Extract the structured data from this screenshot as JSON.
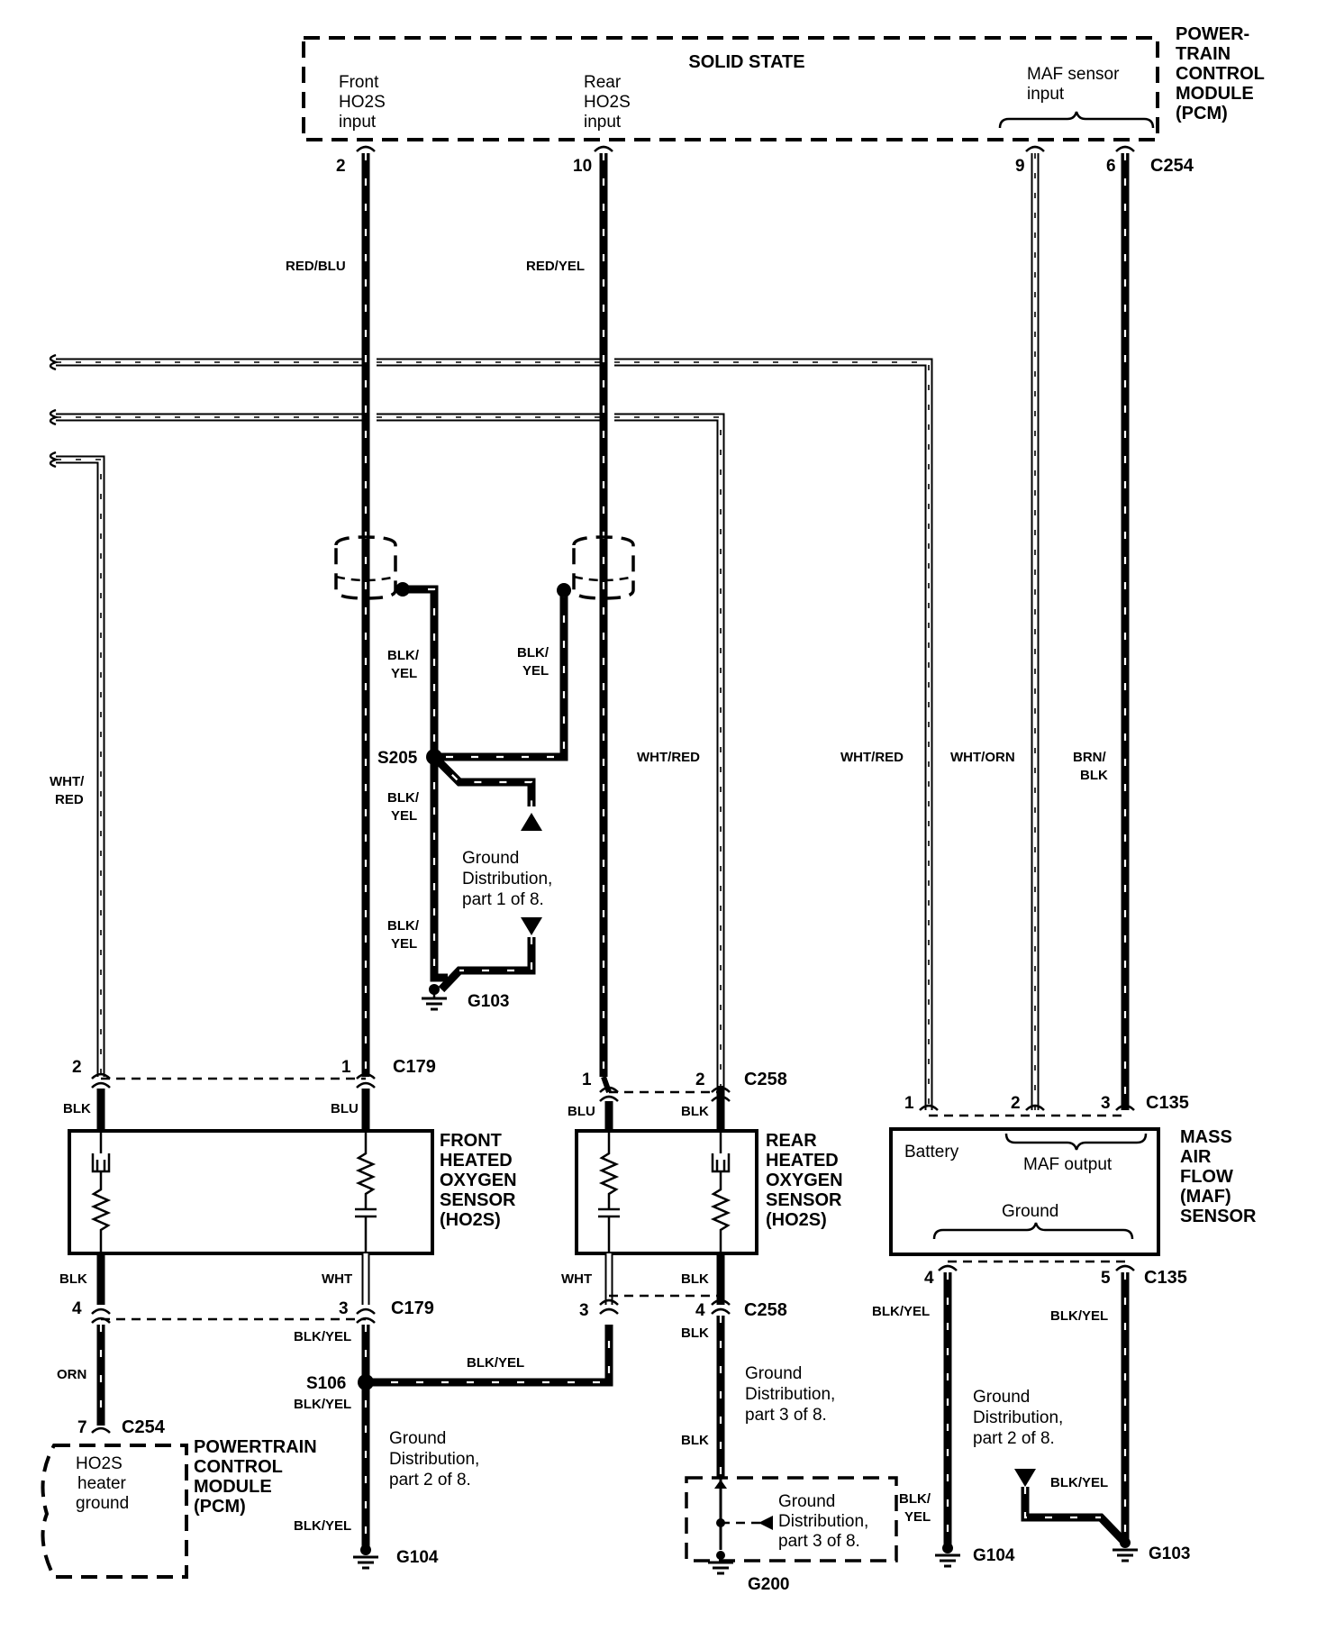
{
  "pcm_top": {
    "title": [
      "POWER-",
      "TRAIN",
      "CONTROL",
      "MODULE",
      "(PCM)"
    ],
    "solid_state": "SOLID STATE",
    "front_input": [
      "Front",
      "HO2S",
      "input"
    ],
    "rear_input": [
      "Rear",
      "HO2S",
      "input"
    ],
    "maf_input": [
      "MAF sensor",
      "input"
    ],
    "pins": {
      "front": "2",
      "rear": "10",
      "maf9": "9",
      "maf6": "6"
    },
    "connector": "C254"
  },
  "wire_colors": {
    "red_blu": "RED/BLU",
    "red_yel": "RED/YEL",
    "wht_red": "WHT/RED",
    "wht_red_left": [
      "WHT/",
      "RED"
    ],
    "wht_orn": "WHT/ORN",
    "brn_blk": [
      "BRN/",
      "BLK"
    ],
    "blk_yel_stack": [
      "BLK/",
      "YEL"
    ],
    "blk_yel": "BLK/YEL",
    "blk": "BLK",
    "blu": "BLU",
    "wht": "WHT",
    "orn": "ORN"
  },
  "splices": {
    "s205": "S205",
    "s106": "S106"
  },
  "grounds": {
    "g103": "G103",
    "g104": "G104",
    "g200": "G200"
  },
  "ground_dist": {
    "part1": [
      "Ground",
      "Distribution,",
      "part 1 of 8."
    ],
    "part2": [
      "Ground",
      "Distribution,",
      "part 2 of 8."
    ],
    "part3": [
      "Ground",
      "Distribution,",
      "part 3 of 8."
    ]
  },
  "front_sensor": {
    "title": [
      "FRONT",
      "HEATED",
      "OXYGEN",
      "SENSOR",
      "(HO2S)"
    ],
    "connector": "C179",
    "pins": {
      "top_left": "2",
      "top_right": "1",
      "bot_left": "4",
      "bot_right": "3"
    }
  },
  "rear_sensor": {
    "title": [
      "REAR",
      "HEATED",
      "OXYGEN",
      "SENSOR",
      "(HO2S)"
    ],
    "connector": "C258",
    "pins": {
      "top_left": "1",
      "top_right": "2",
      "bot_left": "3",
      "bot_right": "4"
    }
  },
  "maf_sensor": {
    "title": [
      "MASS",
      "AIR",
      "FLOW",
      "(MAF)",
      "SENSOR"
    ],
    "battery": "Battery",
    "output": "MAF output",
    "ground": "Ground",
    "connector": "C135",
    "pins": {
      "p1": "1",
      "p2": "2",
      "p3": "3",
      "p4": "4",
      "p5": "5"
    }
  },
  "pcm_bottom": {
    "title": [
      "POWERTRAIN",
      "CONTROL",
      "MODULE",
      "(PCM)"
    ],
    "heater_ground": [
      "HO2S",
      "heater",
      "ground"
    ],
    "pin": "7",
    "connector": "C254"
  }
}
